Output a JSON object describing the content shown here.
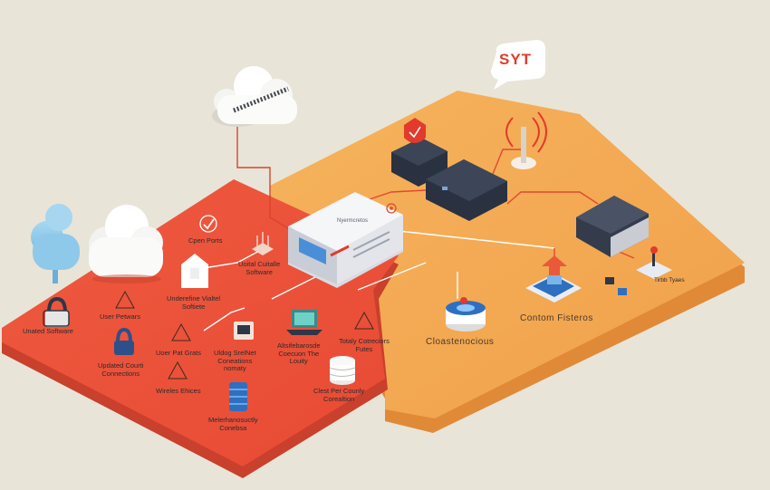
{
  "bubble": {
    "text": "SYT"
  },
  "left_labels": {
    "unated_software": "Unated Software",
    "user_petwars": "User Petwars",
    "updated_courti": "Updated Courti\nConnections",
    "wireles_ehices": "Wireles Ehices",
    "user_pat_grats": "Uoer Pat Grats",
    "cpen_ports": "Cpen Ports",
    "uoital_cuitalle": "Uoital Cuitalle\nSoftware",
    "underefine_vialtel": "Underefine Vialtel\nSoftiete",
    "uldog_srelnet": "Uldog SrelNet\nConeations\nnomaty",
    "altsifebarosde": "Altsifebarosde\nCoecuon The\nLouity",
    "totaly_cotreciors": "Totaly Cotreciors\nFutes",
    "melerhanosuctly": "Melerhanosuctly\nConebsa",
    "clest_per_counly": "Clest Per Counly\nCorealtion"
  },
  "right_labels": {
    "cloastenocious": "Cloastenocious",
    "contom_fisteros": "Contom Fisteros",
    "terbb": "Tirbb Tyaes"
  },
  "device_label": {
    "switch_text": "Nyermcretos"
  },
  "colors": {
    "background": "#e9e4d8",
    "red_zone": "#ea503a",
    "orange_zone": "#f3a34e",
    "accent_red": "#e23a2c",
    "device_dark": "#2f3645",
    "cloud_blue": "#8fc9ea"
  },
  "icons": [
    "cloud-icon",
    "blue-cloud-icon",
    "white-cloud-icon",
    "lock-icon",
    "warning-icon",
    "check-icon",
    "router-icon",
    "shield-icon",
    "laptop-icon",
    "database-icon",
    "server-icon",
    "antenna-icon",
    "chat-bubble-icon",
    "joystick-icon"
  ]
}
